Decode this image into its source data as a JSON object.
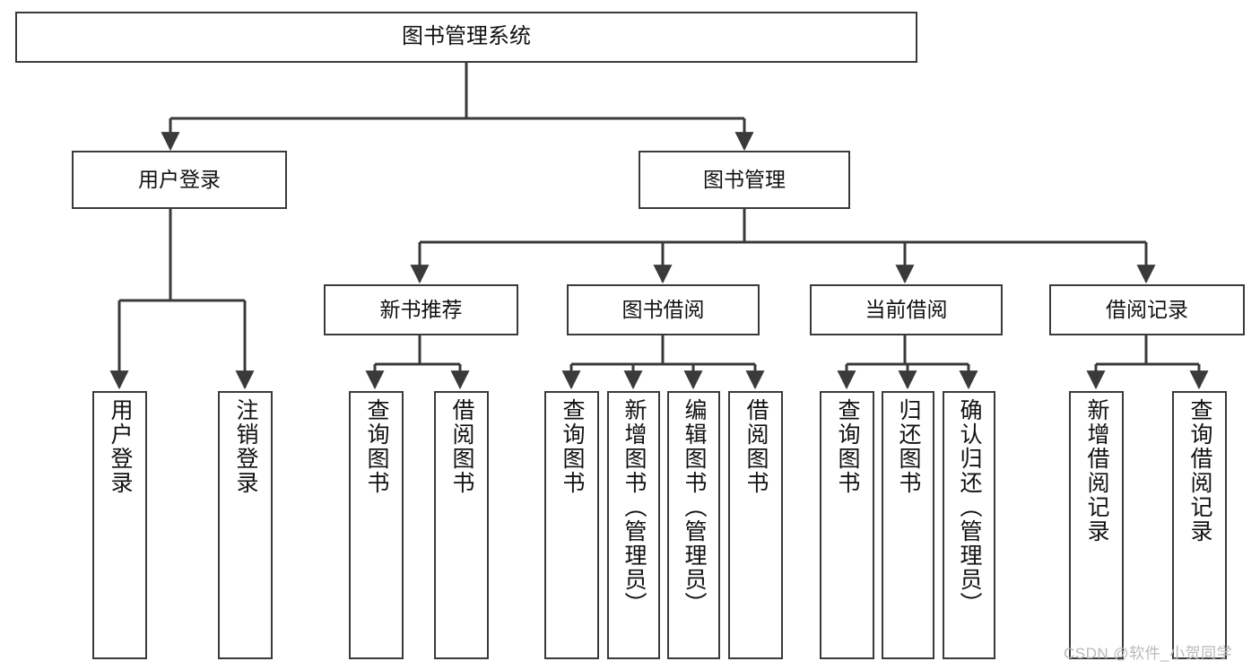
{
  "diagram": {
    "title": "图书管理系统",
    "type": "hierarchy-tree",
    "root": {
      "label": "图书管理系统"
    },
    "level2": [
      {
        "label": "用户登录"
      },
      {
        "label": "图书管理"
      }
    ],
    "level3": [
      {
        "label": "新书推荐"
      },
      {
        "label": "图书借阅"
      },
      {
        "label": "当前借阅"
      },
      {
        "label": "借阅记录"
      }
    ],
    "leaves": {
      "user_login": [
        {
          "label": "用户登录"
        },
        {
          "label": "注销登录"
        }
      ],
      "new_book_recommend": [
        {
          "label": "查询图书"
        },
        {
          "label": "借阅图书"
        }
      ],
      "book_borrow": [
        {
          "label": "查询图书"
        },
        {
          "label": "新增图书（管理员）"
        },
        {
          "label": "编辑图书（管理员）"
        },
        {
          "label": "借阅图书"
        }
      ],
      "current_borrow": [
        {
          "label": "查询图书"
        },
        {
          "label": "归还图书"
        },
        {
          "label": "确认归还（管理员）"
        }
      ],
      "borrow_record": [
        {
          "label": "新增借阅记录"
        },
        {
          "label": "查询借阅记录"
        }
      ]
    }
  },
  "watermark": {
    "text": "CSDN @软件_小贺同学"
  },
  "colors": {
    "stroke": "#3a3a3a",
    "background": "#ffffff",
    "text": "#111111",
    "watermark": "#b9b9b9"
  }
}
